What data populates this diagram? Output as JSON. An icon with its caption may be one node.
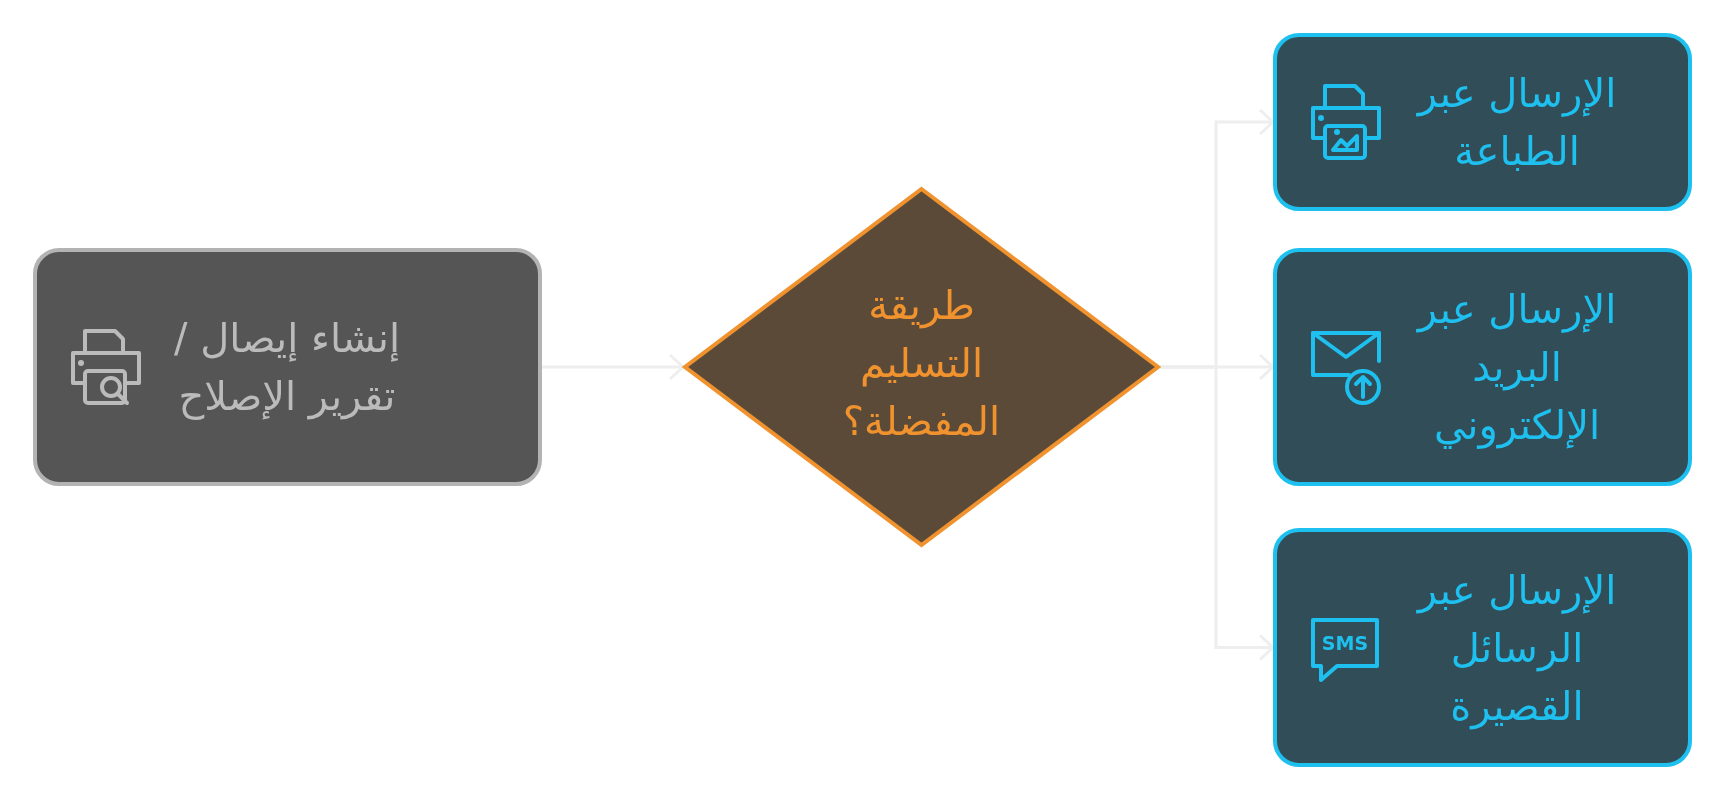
{
  "diagram": {
    "nodes": [
      {
        "text": [
          "إنشاء إيصال / تقرير الإصلاح"
        ]
      },
      {
        "text": [
          "طريقة التسليم المفضلة؟"
        ]
      },
      {
        "text": [
          "الإرسال عبر الطباعة"
        ]
      },
      {
        "text": [
          "الإرسال عبر البريد الإلكتروني"
        ]
      },
      {
        "text": [
          "الإرسال عبر الرسائل القصيرة"
        ]
      }
    ],
    "edges": [
      {
        "from": 0,
        "to": 1,
        "arrow": "to"
      },
      {
        "from": 1,
        "to": 2,
        "arrow": "to"
      },
      {
        "from": 1,
        "to": 3,
        "arrow": "to"
      },
      {
        "from": 1,
        "to": 4,
        "arrow": "to"
      }
    ],
    "labels": [
      "SMS"
    ]
  }
}
